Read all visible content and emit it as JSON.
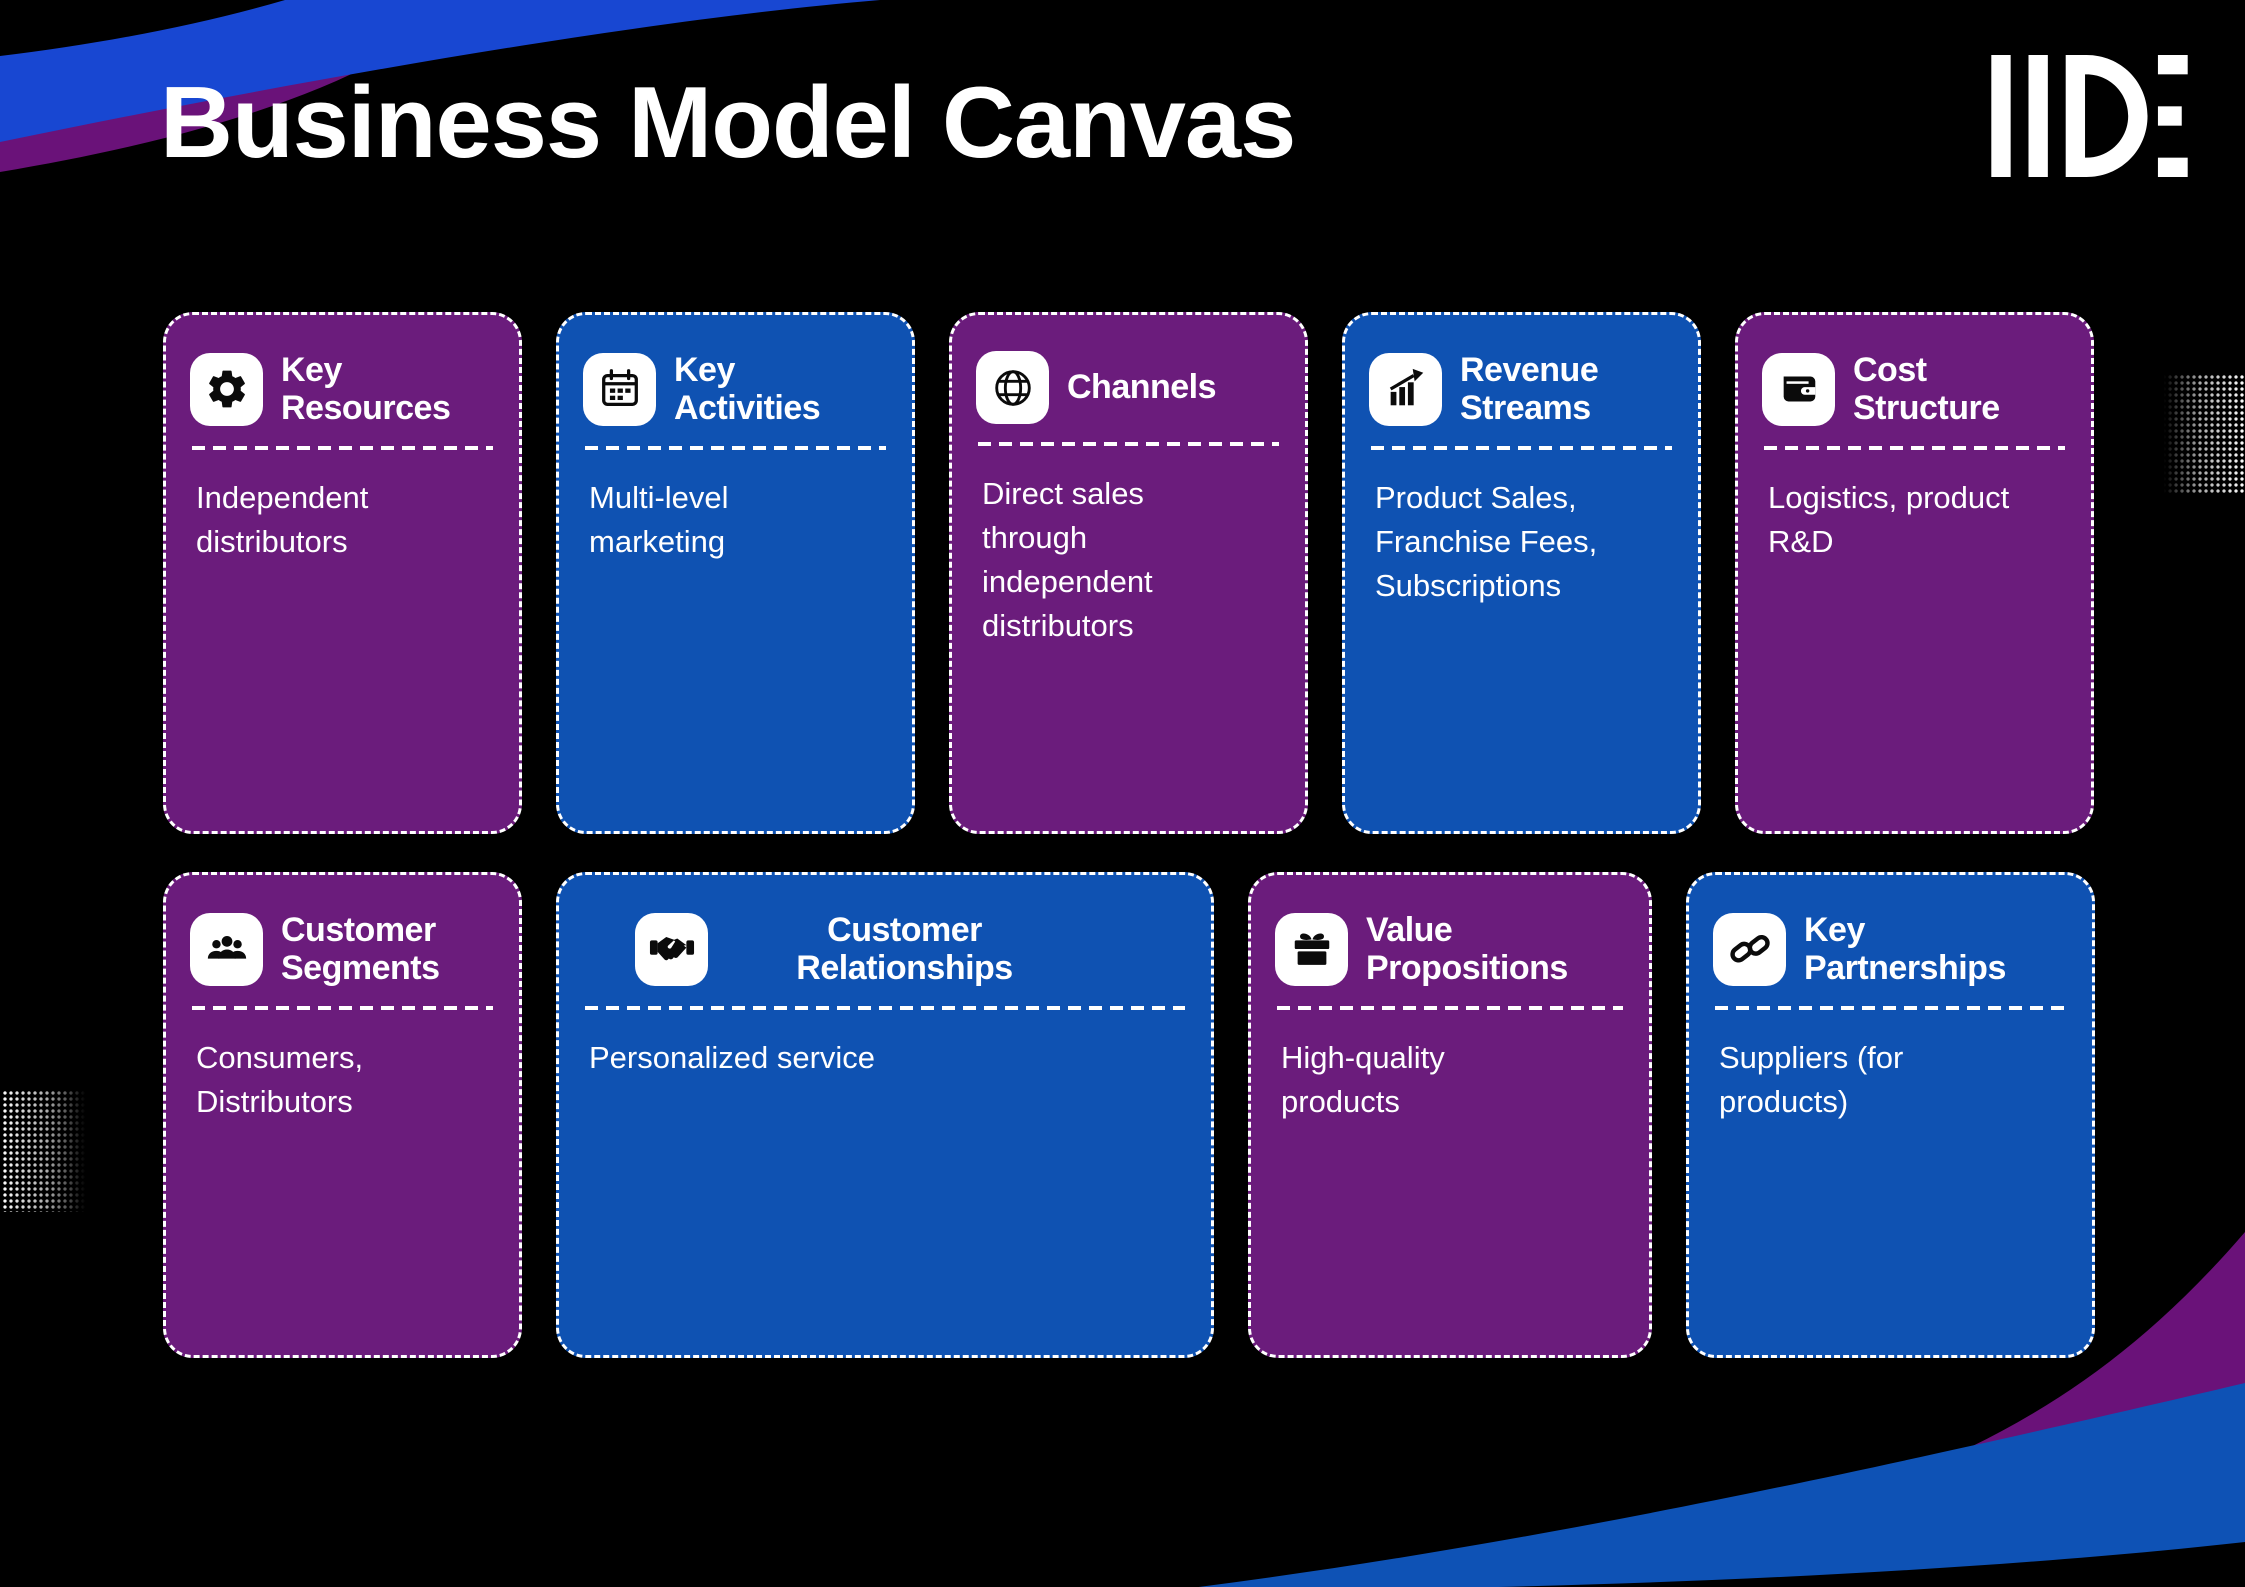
{
  "page": {
    "title": "Business Model Canvas"
  },
  "logo": {
    "label": "IIDE"
  },
  "colors": {
    "background": "#000000",
    "card_purple": "#6B1C7C",
    "card_blue": "#0F52B2",
    "wave_blue_top": "#1847D2",
    "wave_blue_bottom": "#0E52B5",
    "wave_purple": "#6A1279",
    "text": "#FFFFFF"
  },
  "cards": [
    {
      "id": "key-resources",
      "title": "Key Resources",
      "body": "Independent distributors",
      "color": "card_purple",
      "icon": "gear-icon",
      "wide": false
    },
    {
      "id": "key-activities",
      "title": "Key Activities",
      "body": "Multi-level marketing",
      "color": "card_blue",
      "icon": "calendar-icon",
      "wide": false
    },
    {
      "id": "channels",
      "title": "Channels",
      "body": "Direct sales through independent distributors",
      "color": "card_purple",
      "icon": "globe-icon",
      "wide": false
    },
    {
      "id": "revenue-streams",
      "title": "Revenue Streams",
      "body": "Product Sales, Franchise Fees, Subscriptions",
      "color": "card_blue",
      "icon": "chart-icon",
      "wide": false
    },
    {
      "id": "cost-structure",
      "title": "Cost Structure",
      "body": "Logistics, product R&D",
      "color": "card_purple",
      "icon": "wallet-icon",
      "wide": false
    },
    {
      "id": "customer-segments",
      "title": "Customer Segments",
      "body": "Consumers, Distributors",
      "color": "card_purple",
      "icon": "people-icon",
      "wide": false
    },
    {
      "id": "customer-relationships",
      "title": "Customer Relationships",
      "body": "Personalized service",
      "color": "card_blue",
      "icon": "handshake-icon",
      "wide": true
    },
    {
      "id": "value-propositions",
      "title": "Value Propositions",
      "body": "High-quality products",
      "color": "card_purple",
      "icon": "gift-icon",
      "wide": false
    },
    {
      "id": "key-partnerships",
      "title": "Key Partnerships",
      "body": "Suppliers (for products)",
      "color": "card_blue",
      "icon": "link-icon",
      "wide": false
    }
  ]
}
